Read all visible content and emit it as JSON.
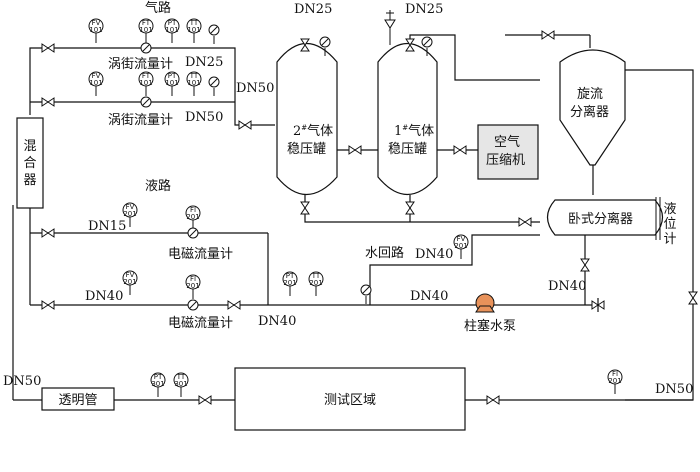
{
  "sections": {
    "gas_line": "气路",
    "liquid_line": "液路",
    "water_return": "水回路"
  },
  "equipment": {
    "tank2_line1": "2",
    "tank2_line1b": "#气体",
    "tank2_line2": "稳压罐",
    "tank1_line1": "1",
    "tank1_line1b": "#气体",
    "tank1_line2": "稳压罐",
    "compressor_line1": "空气",
    "compressor_line2": "压缩机",
    "cyclone_line1": "旋流",
    "cyclone_line2": "分离器",
    "horizontal_separator": "卧式分离器",
    "level_gauge": "液位计",
    "mixer": "混合器",
    "plunger_pump": "柱塞水泵",
    "transparent_pipe": "透明管",
    "test_area": "测试区域"
  },
  "meters": {
    "vortex_1": "涡街流量计",
    "vortex_2": "涡街流量计",
    "em_1": "电磁流量计",
    "em_2": "电磁流量计"
  },
  "pipe_sizes": {
    "gas_top": "DN25",
    "gas_bottom": "DN50",
    "gas_main": "DN50",
    "tank2_top": "DN25",
    "tank1_top": "DN25",
    "liquid_top": "DN15",
    "liquid_bottom": "DN40",
    "liquid_out": "DN40",
    "water_return": "DN40",
    "pump_line": "DN40",
    "sep_out": "DN40",
    "mixer_out": "DN50",
    "return_right": "DN50"
  },
  "instruments": {
    "fv101": [
      "FV",
      "101"
    ],
    "ft101": [
      "FT",
      "101"
    ],
    "pt101": [
      "PT",
      "101"
    ],
    "tt101": [
      "TT",
      "101"
    ],
    "fv201": [
      "FV",
      "201"
    ],
    "fi201": [
      "FI",
      "201"
    ],
    "pt201": [
      "PT",
      "201"
    ],
    "tt201": [
      "TT",
      "201"
    ],
    "pt301": [
      "PT",
      "301"
    ],
    "tt301": [
      "TT",
      "301"
    ],
    "fi201b": [
      "FI",
      "201"
    ]
  }
}
